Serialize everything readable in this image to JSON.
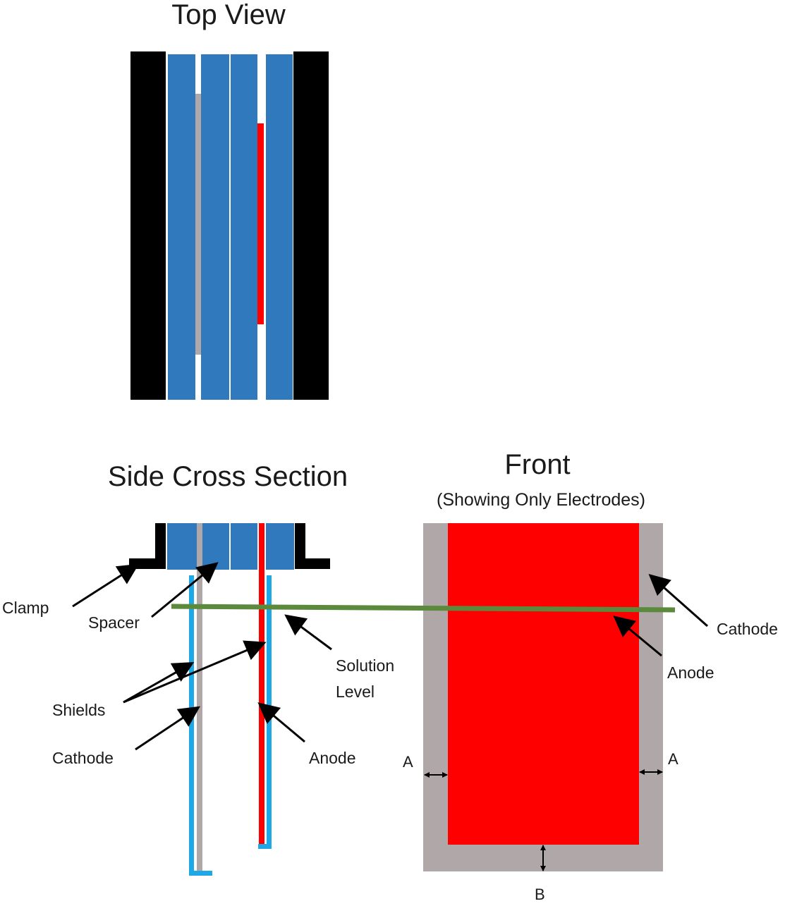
{
  "titles": {
    "top_view": "Top View",
    "side_cross_section": "Side Cross Section",
    "front": "Front",
    "front_subtitle": "(Showing Only Electrodes)"
  },
  "side_labels": {
    "clamp": "Clamp",
    "spacer": "Spacer",
    "solution_line1": "Solution",
    "solution_line2": "Level",
    "shields": "Shields",
    "cathode": "Cathode",
    "anode": "Anode"
  },
  "front_labels": {
    "cathode": "Cathode",
    "anode": "Anode",
    "dim_a_left": "A",
    "dim_a_right": "A",
    "dim_b": "B"
  },
  "colors": {
    "clamp": "#000000",
    "spacer": "#2f79bc",
    "shield": "#1fa8e6",
    "cathode": "#b0a8a8",
    "anode": "#ff0000",
    "solution_level": "#5b8a3c"
  }
}
